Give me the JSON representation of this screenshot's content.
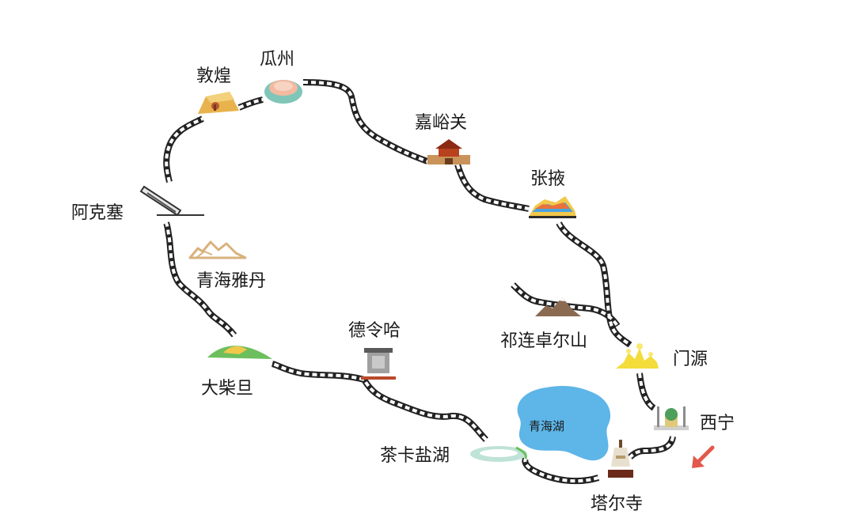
{
  "map": {
    "lake": {
      "name": "青海湖",
      "color": "#5db5e8"
    },
    "places": {
      "dunhuang": "敦煌",
      "guazhou": "瓜州",
      "jiayuguan": "嘉峪关",
      "zhangye": "张掖",
      "akesai": "阿克塞",
      "yadan": "青海雅丹",
      "qilian": "祁连卓尔山",
      "menyuan": "门源",
      "delingha": "德令哈",
      "dachaidan": "大柴旦",
      "xining": "西宁",
      "chaka": "茶卡盐湖",
      "taer": "塔尔寺"
    },
    "colors": {
      "rail": "#222222",
      "start_arrow": "#e2584a"
    },
    "icons": [
      "dunhuang-mogao-icon",
      "guazhou-melon-icon",
      "jiayuguan-fortress-icon",
      "zhangye-danxia-icon",
      "akesai-monument-icon",
      "yadan-landform-icon",
      "qilian-mountain-icon",
      "menyuan-flower-icon",
      "delingha-monument-icon",
      "dachaidan-hill-icon",
      "xining-mosque-icon",
      "chaka-saltlake-icon",
      "taer-pagoda-icon",
      "start-arrow-icon"
    ]
  }
}
